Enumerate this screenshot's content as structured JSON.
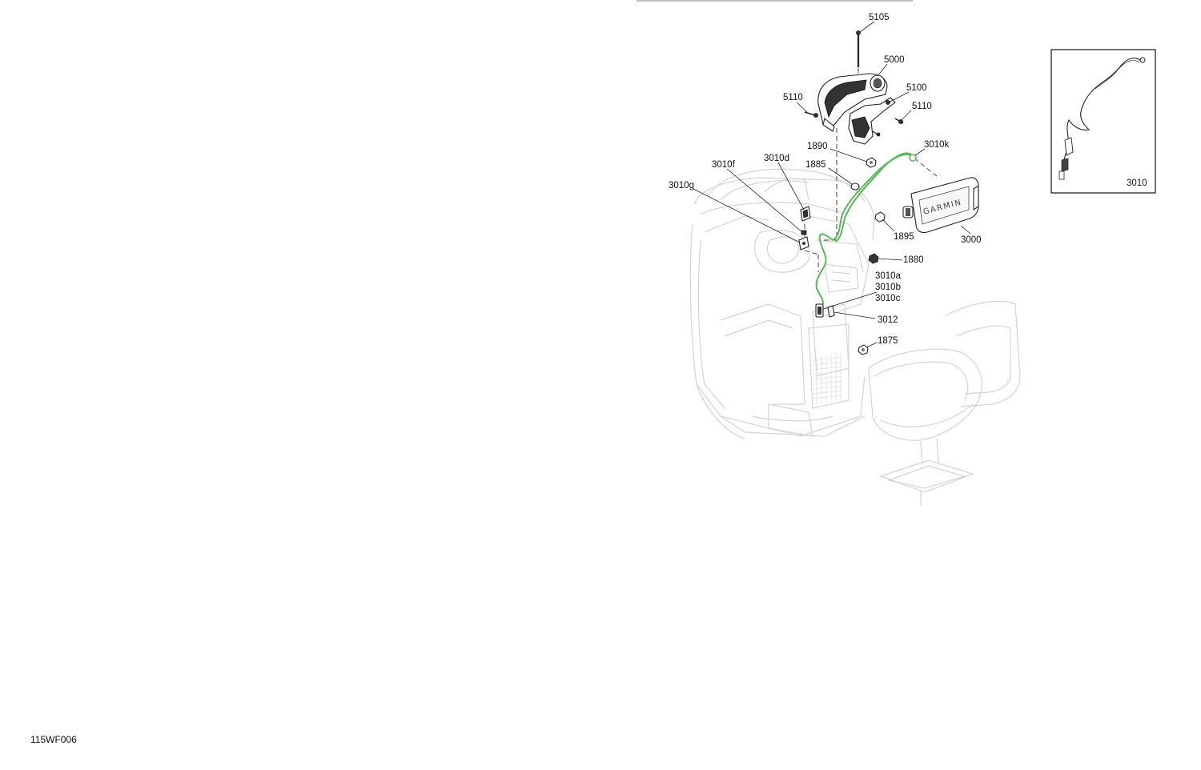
{
  "diagram": {
    "labels": {
      "p5105": "5105",
      "p5000": "5000",
      "p5100": "5100",
      "p5110a": "5110",
      "p5110b": "5110",
      "p1890": "1890",
      "p1885": "1885",
      "p3010k": "3010k",
      "p3010d": "3010d",
      "p3010f": "3010f",
      "p3010g": "3010g",
      "p1895": "1895",
      "p3000": "3000",
      "p1880": "1880",
      "p3010a": "3010a",
      "p3010b": "3010b",
      "p3010c": "3010c",
      "p3012": "3012",
      "p1875": "1875"
    },
    "display_brand": "GARMIN",
    "inset_label": "3010",
    "drawing_code": "115WF006",
    "harness_color": "#5cb85c"
  }
}
